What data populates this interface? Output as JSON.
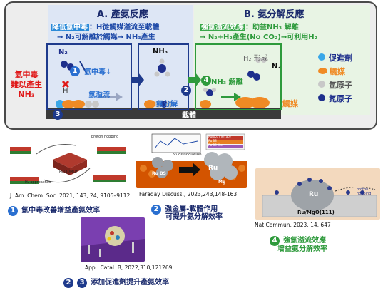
{
  "top_panel": {
    "section_a": {
      "title": "A. 產氨反應",
      "line1_tag": "降低氫中毒",
      "line1_rest": "：H從觸媒溢流至載體",
      "line2": "→ N₂可解離於觸媒→ NH₃產生"
    },
    "section_b": {
      "title": "B. 氨分解反應",
      "line1_tag": "強氫溢流效應",
      "line1_rest": "：助益NH₃ 解離",
      "line2": "→ N₂+H₂產生(No CO₂)→可利用H₂"
    },
    "left_labels": [
      "氫中毒",
      "難以產生",
      "NH₃"
    ],
    "scene_labels": {
      "n2": "N₂",
      "h": "H",
      "h_poison": "氫中毒↓",
      "h_spillover": "氫溢流",
      "nh3": "NH₃",
      "nh3_decomp": "NH₃ 解離",
      "ammonia_decomp": "氨分解",
      "h2_formation": "H₂ 形成",
      "n2_out": "N₂",
      "catalyst": "觸媒",
      "support": "載體"
    },
    "legend": [
      {
        "label": "促進劑",
        "color": "#3aa7e8"
      },
      {
        "label": "觸媒",
        "color": "#f08a24"
      },
      {
        "label": "氫原子",
        "color": "#c8c8c8"
      },
      {
        "label": "氮原子",
        "color": "#1e2f8c"
      }
    ],
    "step_numbers": {
      "s1": "1",
      "s2": "2",
      "s3": "3",
      "s4": "4"
    }
  },
  "references": [
    {
      "citation": "J. Am. Chem. Soc. 2021, 143, 24, 9105–9112",
      "num": "1",
      "caption": "氫中毒改善增益產氨效率"
    },
    {
      "citation": "Faraday Discuss., 2023,243,148-163",
      "num": "2",
      "caption_line1": "強金屬-載體作用",
      "caption_line2": "可提升氨分解效率"
    },
    {
      "citation": "Appl. Catal. B, 2022,310,121269",
      "num_a": "2",
      "num_b": "3",
      "caption": "添加促進劑提升產氨效率"
    },
    {
      "citation": "Nat Commun, 2023, 14, 647",
      "num": "4",
      "caption_line1": "強氫溢流效應",
      "caption_line2": "增益氨分解效率"
    }
  ],
  "figure_labels": {
    "jacs_proton": "proton hopping",
    "jacs_center": "Ru(3)/MOF",
    "jacs_h2": "H₂ approaches",
    "fd_n2": "N₂ dissociation",
    "fd_ru": "Ru",
    "fd_rubs": "Ru BS",
    "fd_mg": "Mg",
    "fd_legend1": "Ru(001) Terrace",
    "fd_legend2": "Ru BS",
    "fd_legend3": "Ru BS-like",
    "nat_ru": "Ru",
    "nat_support": "Ru/MgO(111)",
    "nat_proton": "proton hopping"
  }
}
